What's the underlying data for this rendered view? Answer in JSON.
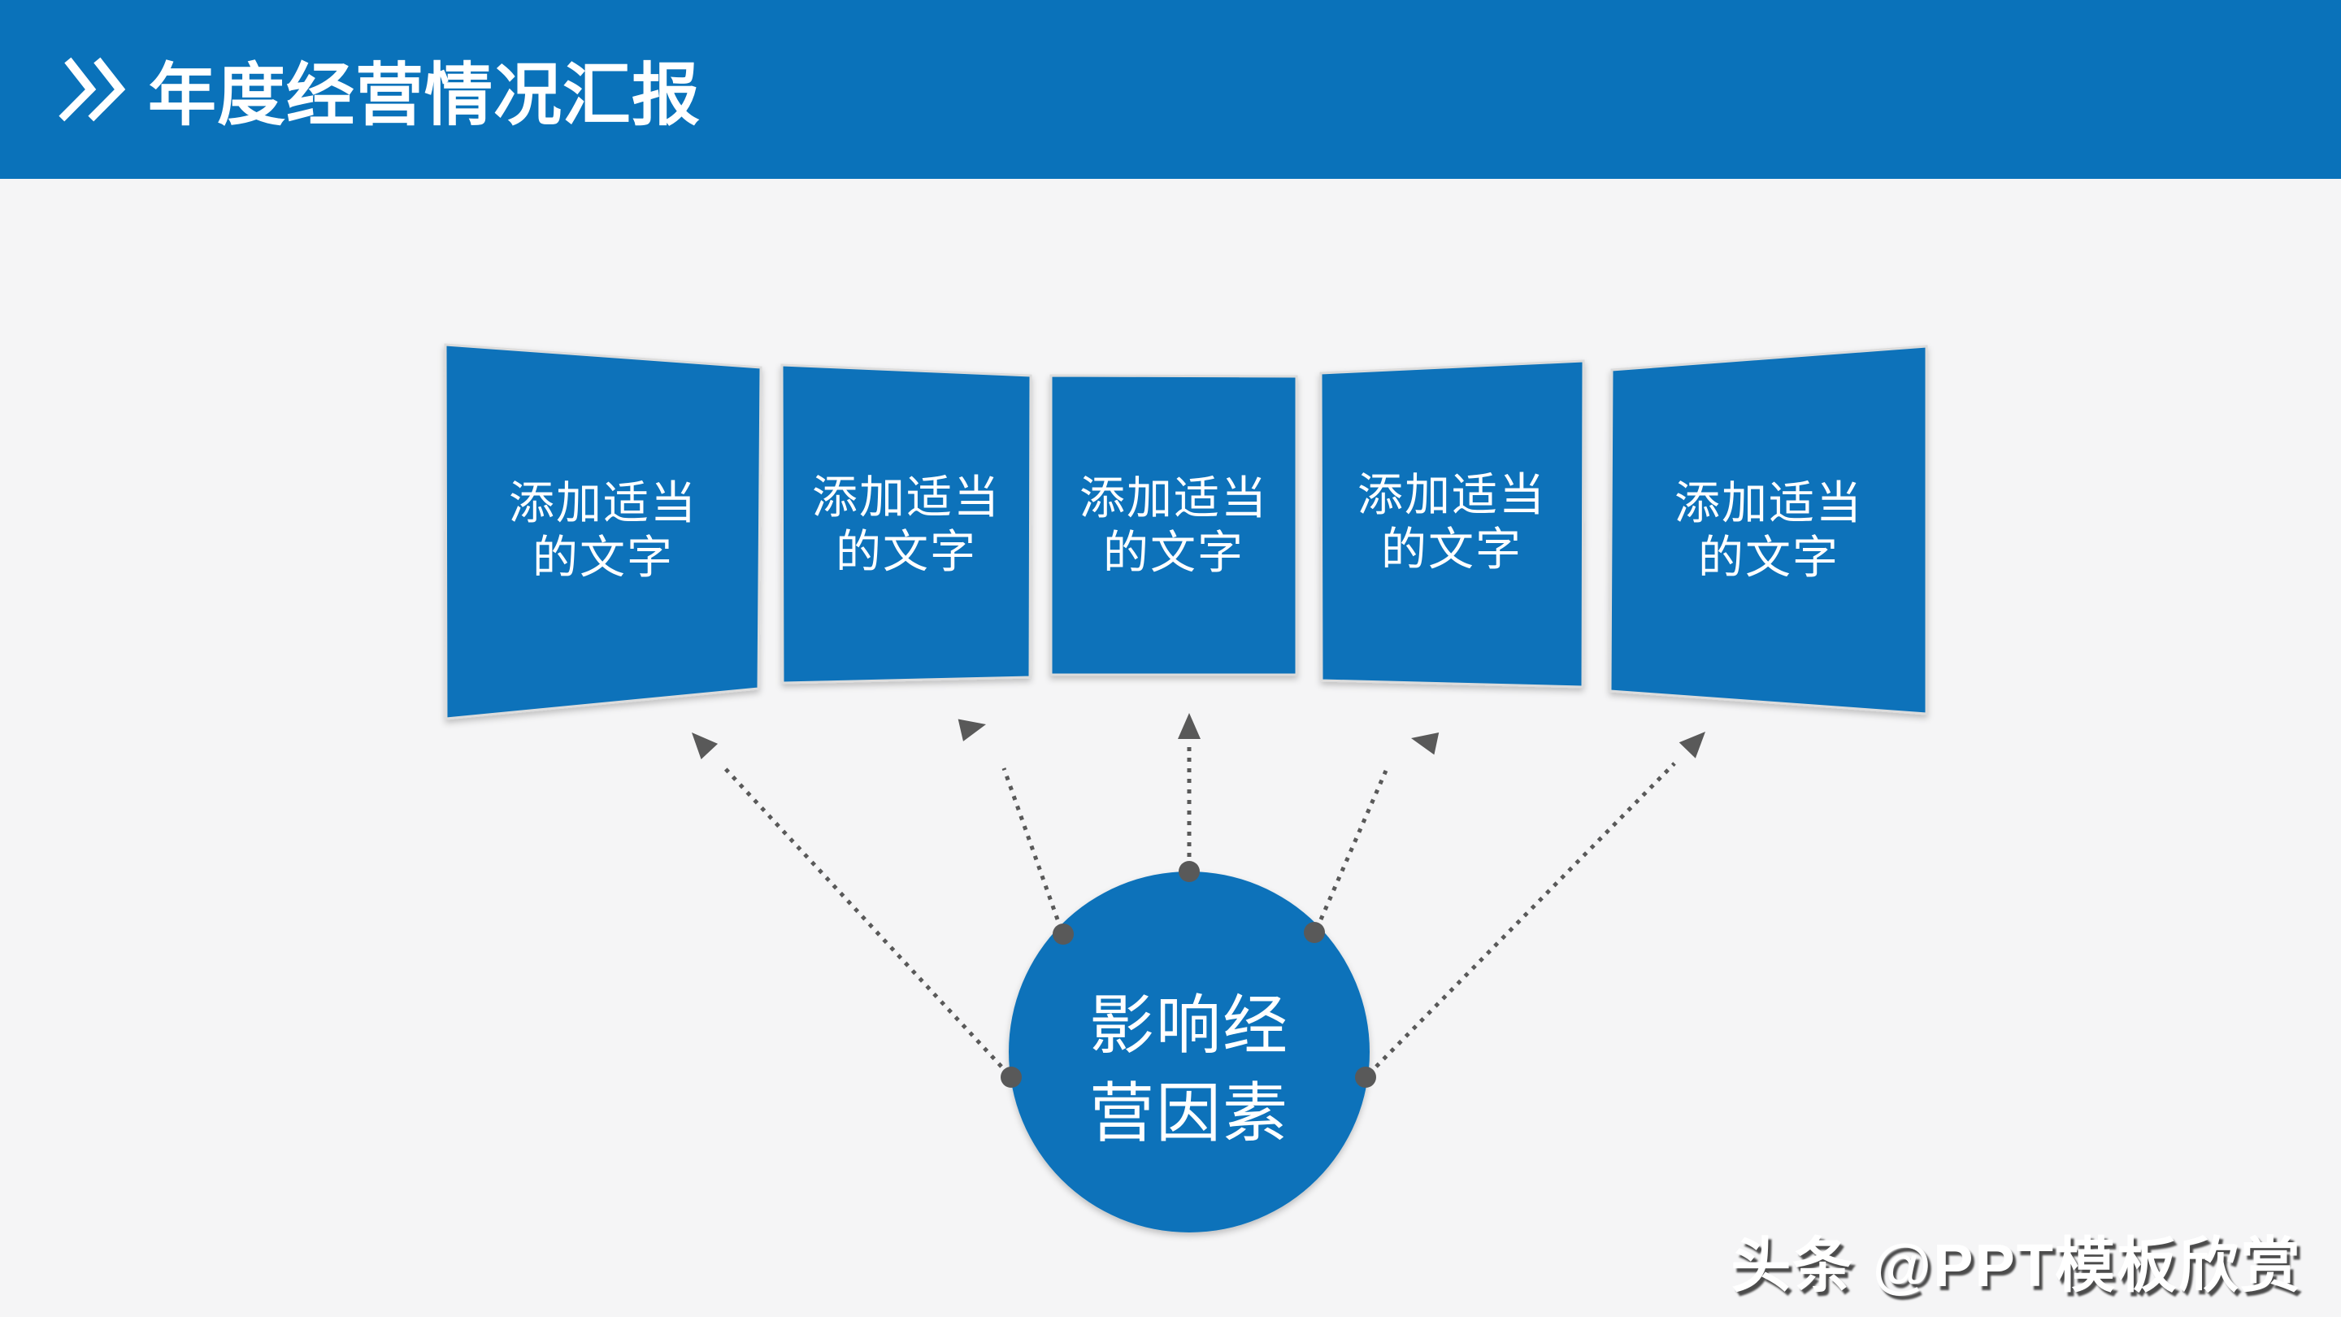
{
  "header": {
    "title": "年度经营情况汇报",
    "icon": "double-chevron-right-icon"
  },
  "panels": [
    {
      "line1": "添加适当",
      "line2": "的文字"
    },
    {
      "line1": "添加适当",
      "line2": "的文字"
    },
    {
      "line1": "添加适当",
      "line2": "的文字"
    },
    {
      "line1": "添加适当",
      "line2": "的文字"
    },
    {
      "line1": "添加适当",
      "line2": "的文字"
    }
  ],
  "center_circle": {
    "line1": "影响经",
    "line2": "营因素"
  },
  "watermark": {
    "text": "头条 @PPT模板欣赏"
  },
  "colors": {
    "primary_blue": "#0a72ba",
    "bg": "#f5f5f6",
    "arrow_gray": "#595959",
    "panel_border": "#dcdcdc",
    "text_white": "#ffffff"
  }
}
